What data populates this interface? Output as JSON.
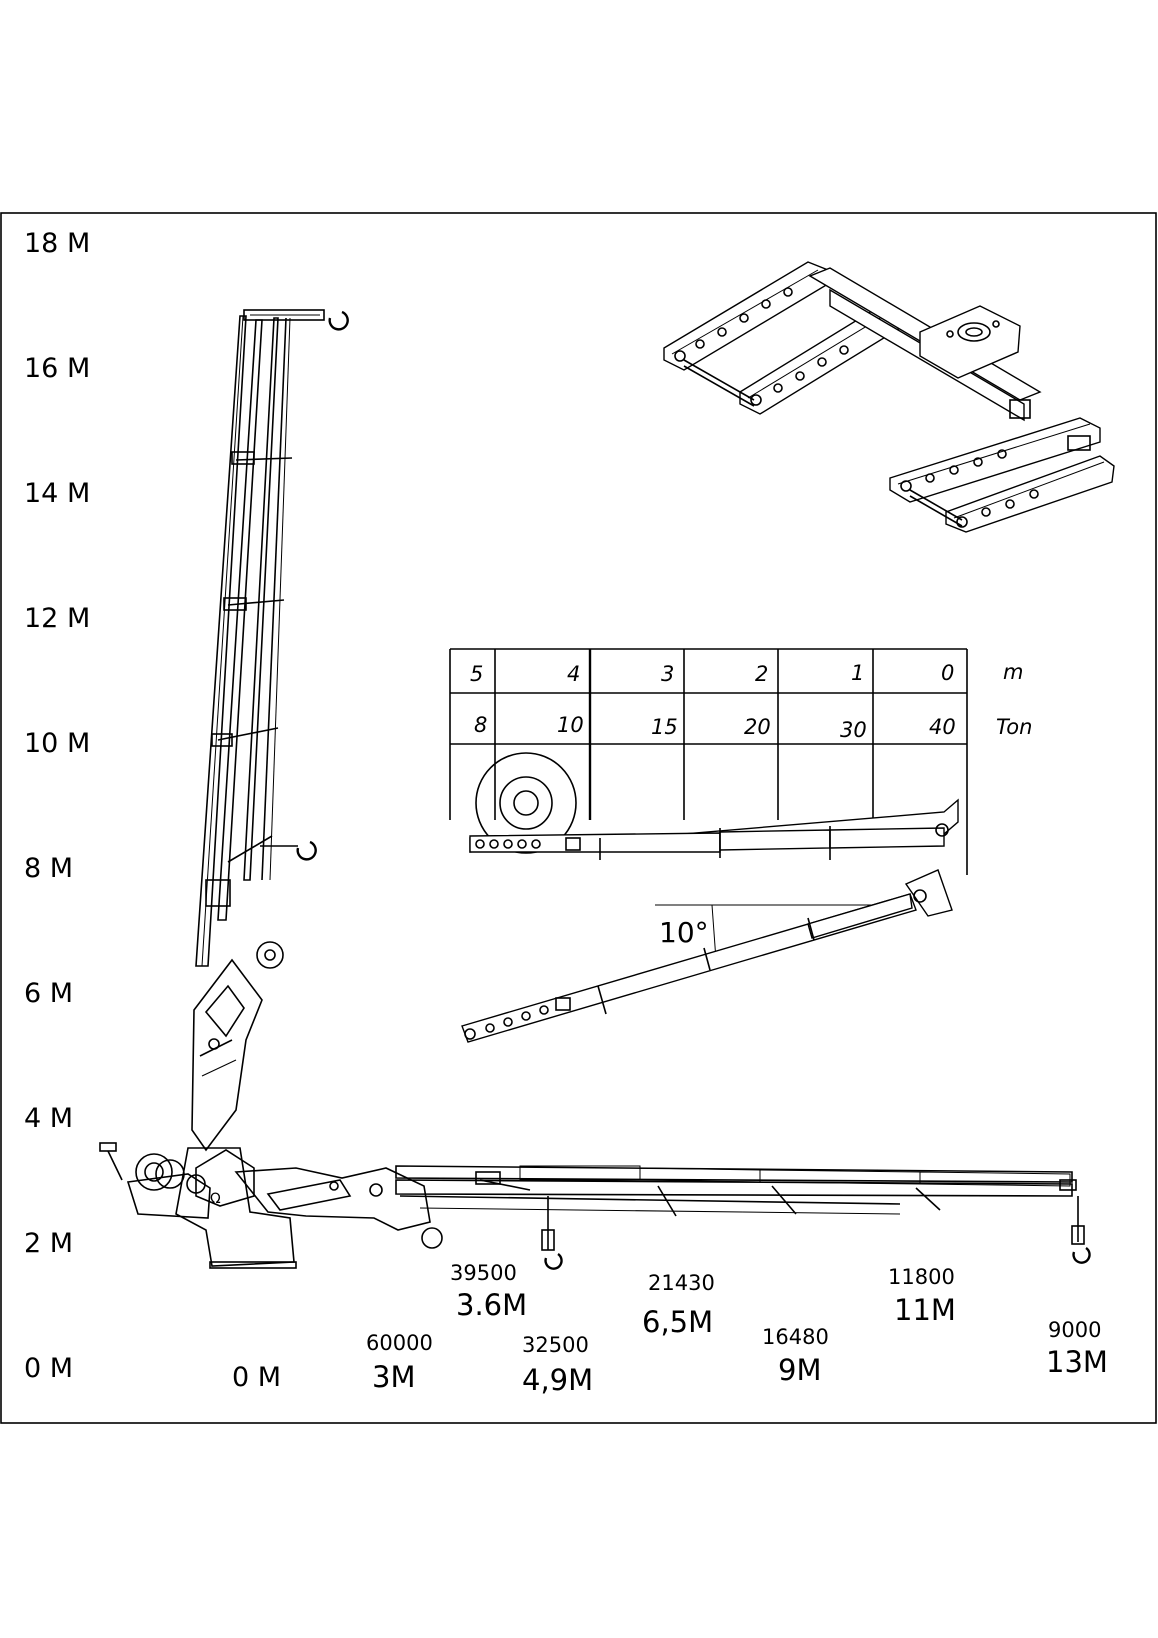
{
  "height_axis": {
    "labels": [
      "18 M",
      "16 M",
      "14 M",
      "12 M",
      "10 M",
      "8 M",
      "6 M",
      "4 M",
      "2 M",
      "0 M"
    ]
  },
  "reach_axis": {
    "origin_label": "0 M"
  },
  "load_points": [
    {
      "load": "60000",
      "reach": "3M"
    },
    {
      "load": "39500",
      "reach": "3.6M"
    },
    {
      "load": "32500",
      "reach": "4,9M"
    },
    {
      "load": "21430",
      "reach": "6,5M"
    },
    {
      "load": "16480",
      "reach": "9M"
    },
    {
      "load": "11800",
      "reach": "11M"
    },
    {
      "load": "9000",
      "reach": "13M"
    }
  ],
  "table": {
    "row_m": {
      "values": [
        "5",
        "4",
        "3",
        "2",
        "1",
        "0"
      ],
      "unit": "m"
    },
    "row_ton": {
      "values": [
        "8",
        "10",
        "15",
        "20",
        "30",
        "40"
      ],
      "unit": "Ton"
    }
  },
  "angle_label": "10°"
}
